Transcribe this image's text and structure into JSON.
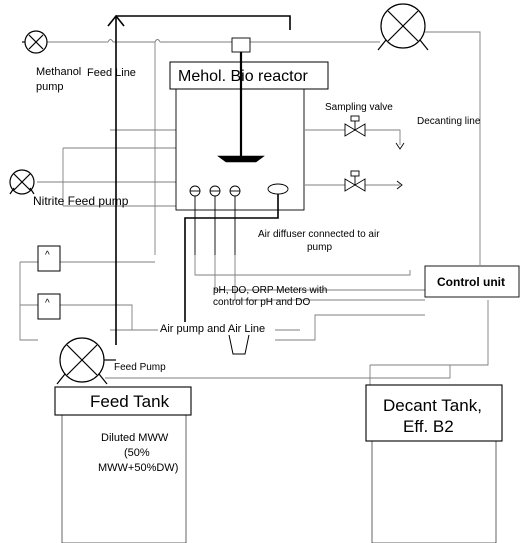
{
  "labels": {
    "methanol_pump": [
      "Methanol",
      "pump"
    ],
    "feed_line": "Feed Line",
    "reactor_title": "Mehol. Bio reactor",
    "sampling_valve": "Sampling  valve",
    "decanting_line": "Decanting line",
    "nitrite_feed_pump": "Nitrite Feed pump",
    "air_diffuser": [
      "Air diffuser connected to air",
      "pump"
    ],
    "meters": [
      "pH, DO, ORP Meters with",
      "control for pH and DO"
    ],
    "control_unit": "Control unit",
    "air_pump_line": "Air pump and Air Line",
    "feed_pump": "Feed Pump",
    "feed_tank": "Feed Tank",
    "feed_contents": [
      "Diluted MWW",
      "(50%",
      "MWW+50%DW)"
    ],
    "decant_tank": [
      "Decant Tank,",
      "Eff. B2"
    ],
    "box_markers": [
      "^",
      "^"
    ]
  },
  "colors": {
    "line": "#000000",
    "thin_line": "#7f7f7f",
    "background": "#ffffff"
  },
  "icons": {
    "pumps": "circle-x-pump-icon",
    "valves": "bowtie-valve-icon",
    "meters": "meter-circle-icon",
    "diffuser": "oval-diffuser-icon",
    "air_pump": "trapezoid-air-pump-icon"
  }
}
